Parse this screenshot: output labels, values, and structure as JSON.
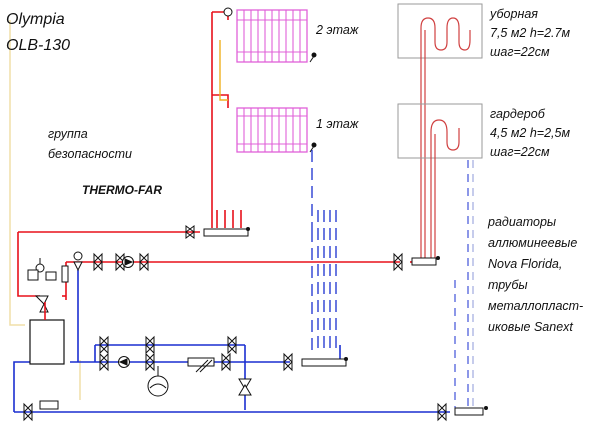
{
  "boiler": {
    "brand": "Olympia",
    "model": "OLB-130"
  },
  "safety_group": {
    "line1": "группа",
    "line2": "безопасности"
  },
  "valve_label": "THERMO-FAR",
  "floors": {
    "second": "2 этаж",
    "first": "1 этаж"
  },
  "rooms": [
    {
      "name": "уборная",
      "size": "7,5 м2 h=2.7м",
      "step": "шаг=22см"
    },
    {
      "name": "гардероб",
      "size": "4,5 м2 h=2,5м",
      "step": "шаг=22см"
    }
  ],
  "note": [
    "радиаторы",
    "аллюминеевые",
    "Nova Florida,",
    "трубы",
    "металлопласт-",
    "иковые Sanext"
  ],
  "colors": {
    "supply": "#e8101a",
    "return": "#1a2fd0",
    "radiator": "#e060d8",
    "floor_loop": "#d04040",
    "room_box": "#9a9a9a",
    "outline": "#f0dfa8"
  }
}
